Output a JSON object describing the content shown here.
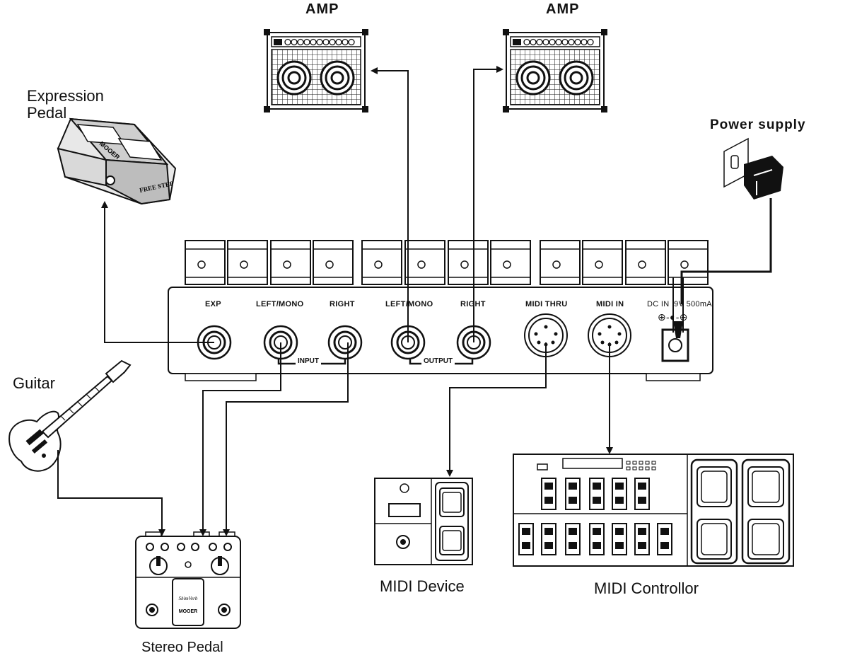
{
  "labels": {
    "amp_left": "AMP",
    "amp_right": "AMP",
    "expression_pedal": "Expression\nPedal",
    "power_supply": "Power supply",
    "guitar": "Guitar",
    "stereo_pedal": "Stereo Pedal",
    "midi_device": "MIDI Device",
    "midi_controller": "MIDI Controllor"
  },
  "unit_jacks": {
    "exp": "EXP",
    "in_left": "LEFT/MONO",
    "in_right": "RIGHT",
    "out_left": "LEFT/MONO",
    "out_right": "RIGHT",
    "midi_thru": "MIDI THRU",
    "midi_in": "MIDI IN",
    "dc_in": "DC IN  9V 500mA",
    "group_input": "INPUT",
    "group_output": "OUTPUT"
  },
  "polarity": "⊕-◐-⊖"
}
